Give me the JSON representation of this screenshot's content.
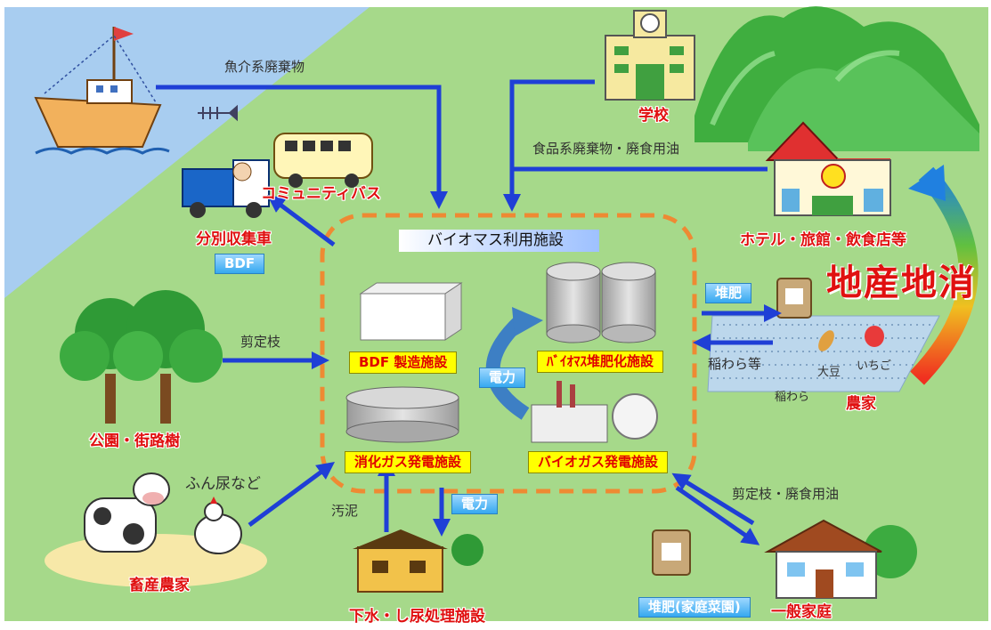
{
  "center": {
    "title": "バイオマス利用施設",
    "facilities": [
      "BDF 製造施設",
      "ﾊﾞｲｵﾏｽ堆肥化施設",
      "消化ガス発電施設",
      "バイオガス発電施設"
    ],
    "power_label": "電力"
  },
  "sources": {
    "ship": {
      "flow": "魚介系廃棄物"
    },
    "school": {
      "label": "学校"
    },
    "hotel": {
      "label": "ホテル・旅館・飲食店等"
    },
    "food_flow": "食品系廃棄物・廃食用油",
    "park": {
      "label": "公園・街路樹",
      "flow": "剪定枝"
    },
    "livestock": {
      "label": "畜産農家",
      "flow": "ふん尿など"
    },
    "sewage": {
      "label": "下水・し尿処理施設",
      "flow": "汚泥",
      "power": "電力"
    },
    "household": {
      "label": "一般家庭",
      "flow": "剪定枝・廃食用油",
      "compost": "堆肥(家庭菜園)"
    },
    "farm": {
      "label": "農家",
      "compost": "堆肥",
      "straw_flow": "稲わら等",
      "items": [
        "稲わら",
        "大豆",
        "いちご"
      ]
    }
  },
  "vehicles": {
    "truck": "分別収集車",
    "bus": "コミュニティバス",
    "fuel": "BDF"
  },
  "slogan": "地産地消",
  "colors": {
    "arrow": "#1f3fd6",
    "dashed_border": "#ee8a33",
    "label_red": "#e01010",
    "box_yellow": "#ffff00",
    "sea": "#a8cdf0",
    "land": "#a6d98a"
  }
}
